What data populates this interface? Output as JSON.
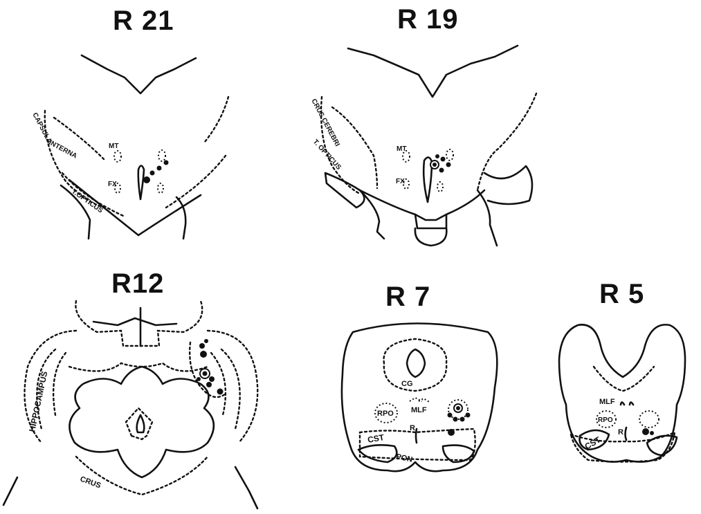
{
  "sections": [
    {
      "title": "R 21",
      "labels": {
        "capsula": "CAPSULA",
        "interna": "INTERNA",
        "mt": "MT",
        "fx": "FX",
        "opticus": "T.OPTICUS"
      }
    },
    {
      "title": "R 19",
      "labels": {
        "crus_cerebri": "CRUS CEREBRI",
        "opticus": "T. OPTICUS",
        "mt": "MT",
        "fx": "FX"
      }
    },
    {
      "title": "R12",
      "labels": {
        "hippocampus": "HIPPOCAMPUS",
        "crus": "CRUS"
      }
    },
    {
      "title": "R 7",
      "labels": {
        "cg": "CG",
        "rpo": "RPO",
        "mlf": "MLF",
        "r": "R",
        "cst": "CST",
        "pon": "PON"
      }
    },
    {
      "title": "R 5",
      "labels": {
        "mlf": "MLF",
        "rpo": "RPO",
        "r": "R",
        "cst": "CST"
      }
    }
  ]
}
